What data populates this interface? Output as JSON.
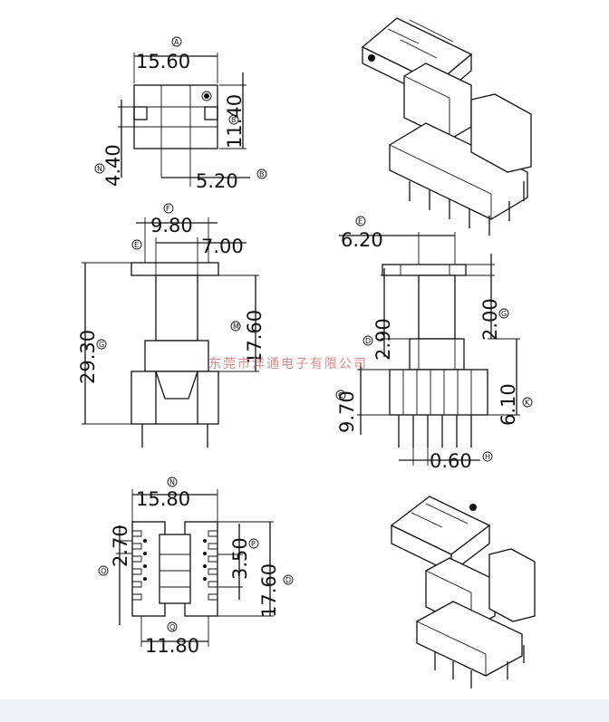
{
  "colors": {
    "line": "#111111",
    "watermark": "#d98a8a",
    "footer": "#edf1f8"
  },
  "watermark": "东莞市洋通电子有限公司",
  "view_top": {
    "width": {
      "value": "15.60",
      "letter": "A"
    },
    "height": {
      "value": "11.40",
      "letter": "B"
    },
    "slot": {
      "value": "4.40",
      "letter": "N"
    },
    "offset": {
      "value": "5.20",
      "letter": "B"
    }
  },
  "view_front": {
    "flange": {
      "value": "9.80",
      "letter": "F"
    },
    "flange_label": {
      "letter": "E"
    },
    "core": {
      "value": "7.00"
    },
    "total_height": {
      "value": "29.30",
      "letter": "G"
    },
    "winding": {
      "value": "17.60",
      "letter": "M"
    }
  },
  "view_side": {
    "core": {
      "value": "6.20",
      "letter": "E"
    },
    "upper": {
      "value": "2.00",
      "letter": "G"
    },
    "mid": {
      "value": "2.90",
      "letter": "D"
    },
    "base": {
      "value": "9.70",
      "letter": "C"
    },
    "base_h": {
      "value": "6.10",
      "letter": "K"
    },
    "pin": {
      "value": "0.60",
      "letter": "H"
    }
  },
  "view_bottom": {
    "top_width": {
      "value": "15.80",
      "letter": "N"
    },
    "pitch": {
      "value": "2.70",
      "letter": "O"
    },
    "gap": {
      "value": "3.50",
      "letter": "P"
    },
    "height": {
      "value": "17.60",
      "letter": "D"
    },
    "bottom_width": {
      "value": "11.80",
      "letter": "Q"
    }
  }
}
